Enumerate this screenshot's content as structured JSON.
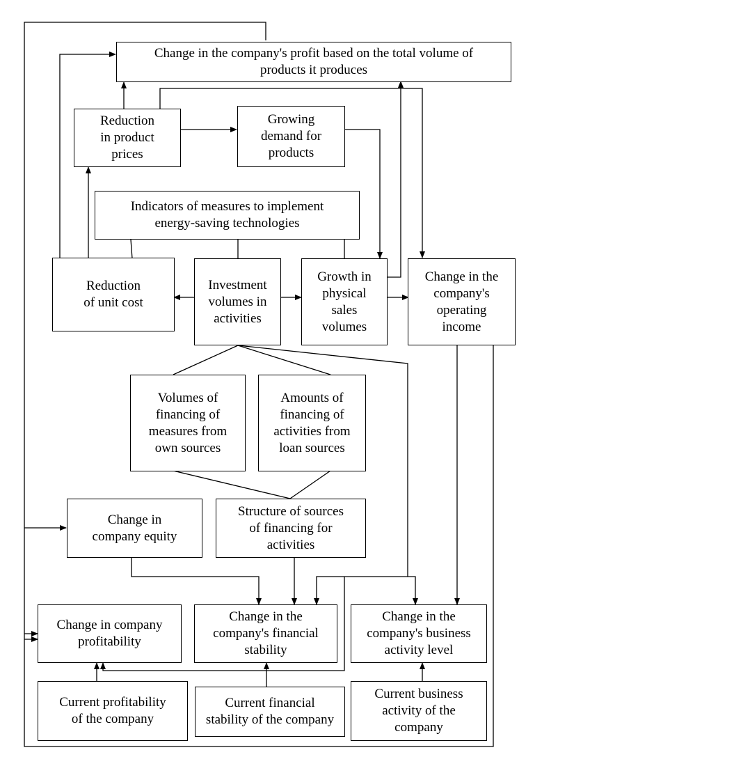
{
  "nodes": {
    "profit_total_volume": "Change in the company's profit based on the total volume of\nproducts it produces",
    "reduction_prices": "Reduction\nin product\nprices",
    "growing_demand": "Growing\ndemand for\nproducts",
    "indicators": "Indicators of measures to implement\nenergy-saving technologies",
    "reduction_unit_cost": "Reduction\nof unit cost",
    "investment_volumes": "Investment\nvolumes in\nactivities",
    "growth_sales": "Growth in\nphysical\nsales\nvolumes",
    "operating_income": "Change in the\ncompany's\noperating\nincome",
    "own_sources": "Volumes of\nfinancing of\nmeasures from\nown sources",
    "loan_sources": "Amounts of\nfinancing of\nactivities from\nloan sources",
    "company_equity": "Change in\ncompany equity",
    "structure_sources": "Structure of sources\nof financing for\nactivities",
    "profitability_change": "Change in company\nprofitability",
    "financial_stability_change": "Change in the\ncompany's financial\nstability",
    "business_activity_change": "Change in the\ncompany's business\nactivity level",
    "current_profitability": "Current profitability\nof the company",
    "current_financial_stability": "Current financial\nstability of the company",
    "current_business_activity": "Current business\nactivity of the\ncompany"
  }
}
